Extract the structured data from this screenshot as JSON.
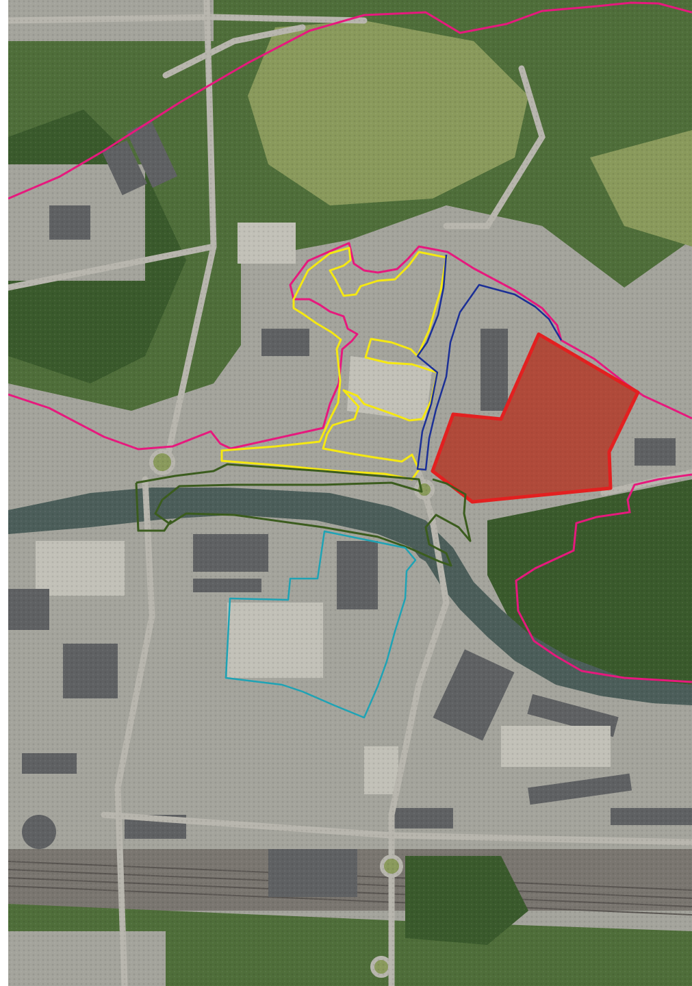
{
  "map": {
    "kind": "aerial-photo",
    "base_colors": {
      "vegetation": "#4f6e3a",
      "vegetation_dark": "#3a5a2c",
      "grass": "#8a9a5c",
      "urban": "#a4a49c",
      "urban_light": "#c2c1b8",
      "roof_dark": "#5f6163",
      "river": "#4c5e5a",
      "rail": "#7a7670",
      "road": "#b8b6ae"
    },
    "overlays": [
      {
        "name": "perimeter-north",
        "color": "#e6197d"
      },
      {
        "name": "perimeter-south",
        "color": "#e6197d"
      },
      {
        "name": "zone-yellow",
        "color": "#f5e812"
      },
      {
        "name": "zone-blue",
        "color": "#1b2f96"
      },
      {
        "name": "zone-red",
        "color": "#e22020",
        "fill": "#b04a3a"
      },
      {
        "name": "zone-green",
        "color": "#3b5c1e"
      },
      {
        "name": "zone-cyan",
        "color": "#1ea3b5"
      }
    ]
  }
}
